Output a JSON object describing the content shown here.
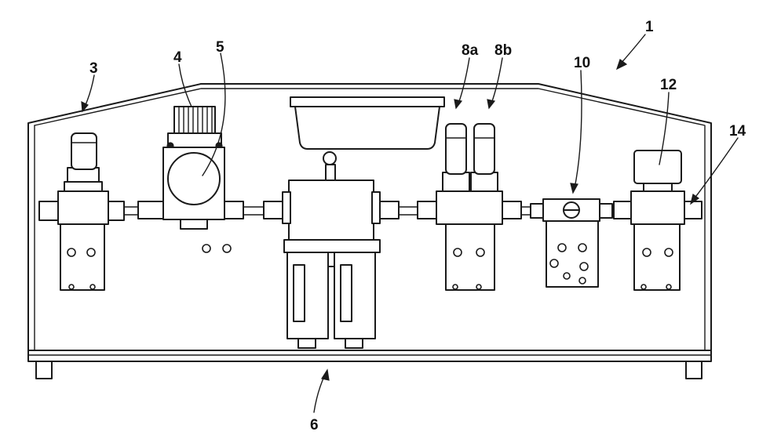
{
  "figure": {
    "labels": {
      "assembly": "1",
      "valve_left": "3",
      "regulator": "4",
      "gauge": "5",
      "base": "6",
      "valve_8a": "8a",
      "valve_8b": "8b",
      "ball_valve": "10",
      "sensor": "12",
      "outlet": "14"
    }
  }
}
